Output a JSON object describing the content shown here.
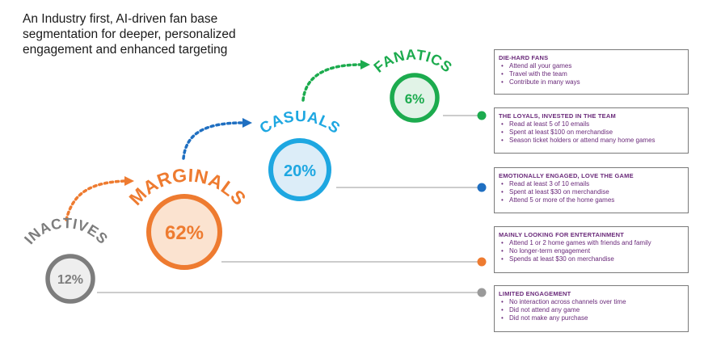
{
  "headline": {
    "line1": "An Industry first, AI-driven fan base",
    "line2": "segmentation for deeper, personalized",
    "line3": "engagement and enhanced targeting"
  },
  "segments": [
    {
      "name": "INACTIVES",
      "percent": "12%",
      "color": "#7d7d7d",
      "fill": "#eeeeee"
    },
    {
      "name": "MARGINALS",
      "percent": "62%",
      "color": "#ee7b30",
      "fill": "#fbe3d0"
    },
    {
      "name": "CASUALS",
      "percent": "20%",
      "color": "#1ea7e1",
      "fill": "#dcedf8"
    },
    {
      "name": "FANATICS",
      "percent": "6%",
      "color": "#1cab4e",
      "fill": "#e1f3e7"
    }
  ],
  "arrow_colors": [
    "#ee7b30",
    "#1f6fc1",
    "#1cab4e"
  ],
  "dot_colors": [
    "#1cab4e",
    "#1f6fc1",
    "#ee7b30",
    "#9a9a9a"
  ],
  "boxes": [
    {
      "title": "DIE-HARD FANS",
      "items": [
        "Attend all your games",
        "Travel with the team",
        "Contribute in many ways"
      ]
    },
    {
      "title": "THE LOYALS, INVESTED IN THE TEAM",
      "items": [
        "Read at least 5 of 10 emails",
        "Spent at least $100 on merchandise",
        "Season ticket holders or attend many home games"
      ]
    },
    {
      "title": "EMOTIONALLY ENGAGED, LOVE THE GAME",
      "items": [
        "Read at least 3 of 10 emails",
        "Spent at least $30 on merchandise",
        "Attend 5 or more of the home games"
      ]
    },
    {
      "title": "MAINLY LOOKING FOR ENTERTAINMENT",
      "items": [
        "Attend 1 or 2 home games with friends and family",
        "No longer-term engagement",
        "Spends at least $30 on merchandise"
      ]
    },
    {
      "title": "LIMITED ENGAGEMENT",
      "items": [
        "No interaction across channels over time",
        "Did not attend any game",
        "Did not make any purchase"
      ]
    }
  ]
}
